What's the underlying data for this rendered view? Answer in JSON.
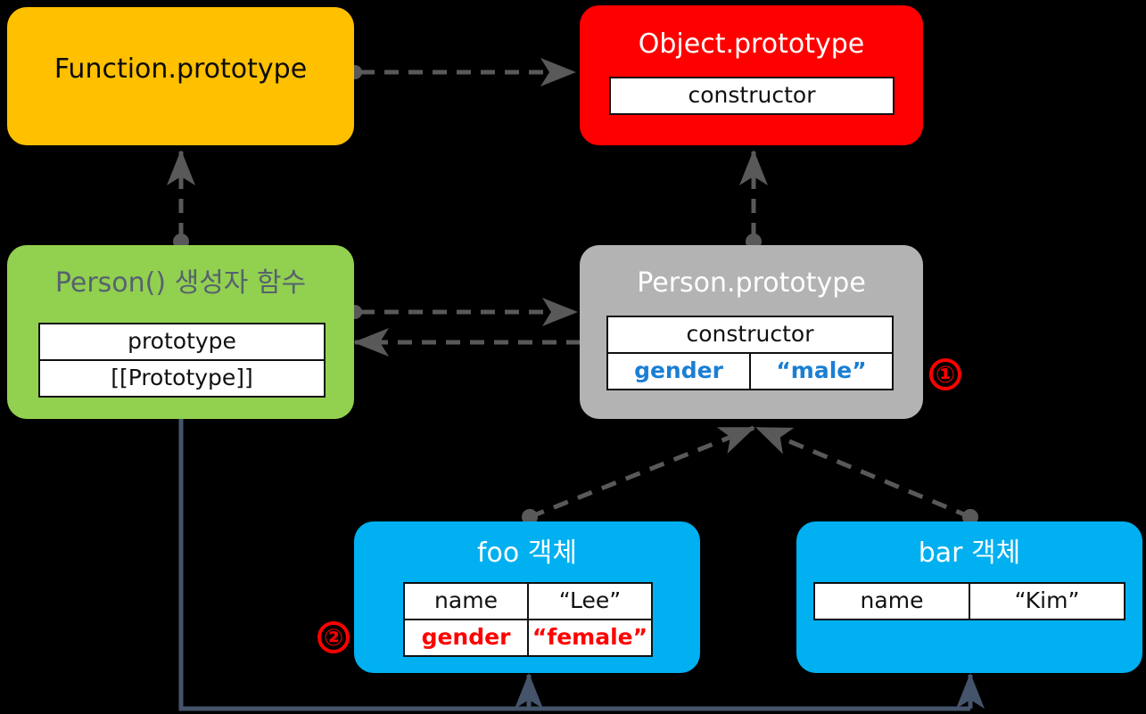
{
  "diagram": {
    "title": "JavaScript prototype chain diagram",
    "colors": {
      "background": "#000000",
      "function_prototype": "#ffc000",
      "object_prototype": "#ff0000",
      "person_constructor": "#92d050",
      "person_prototype": "#b3b3b3",
      "instance_object": "#00b0f0",
      "dashed_edge": "#595959",
      "solid_edge": "#44546a",
      "marker": "#ff0000",
      "blue_key": "#1a7fd4",
      "red_key": "#ff0000"
    }
  },
  "nodes": {
    "function_prototype": {
      "title": "Function.prototype",
      "slots": []
    },
    "object_prototype": {
      "title": "Object.prototype",
      "slots": [
        {
          "key": "constructor",
          "value": null
        }
      ]
    },
    "person_constructor": {
      "title": "Person() 생성자 함수",
      "slots": [
        {
          "key": "prototype",
          "value": null
        },
        {
          "key": "[[Prototype]]",
          "value": null
        }
      ]
    },
    "person_prototype": {
      "title": "Person.prototype",
      "slots": [
        {
          "key": "constructor",
          "value": null
        },
        {
          "key": "gender",
          "value": "“male”"
        }
      ]
    },
    "foo": {
      "title": "foo 객체",
      "slots": [
        {
          "key": "name",
          "value": "“Lee”"
        },
        {
          "key": "gender",
          "value": "“female”"
        }
      ]
    },
    "bar": {
      "title": "bar 객체",
      "slots": [
        {
          "key": "name",
          "value": "“Kim”"
        }
      ]
    }
  },
  "markers": [
    {
      "id": "one",
      "label": "①",
      "attached_to": "person_prototype"
    },
    {
      "id": "two",
      "label": "②",
      "attached_to": "foo"
    }
  ],
  "edges": [
    {
      "from": "function_prototype",
      "to": "object_prototype",
      "style": "dashed",
      "label": ""
    },
    {
      "from": "person_constructor",
      "to": "function_prototype",
      "style": "dashed",
      "label": ""
    },
    {
      "from": "person_prototype",
      "to": "object_prototype",
      "style": "dashed",
      "label": ""
    },
    {
      "from": "person_constructor",
      "to": "person_prototype",
      "style": "dashed",
      "label": ""
    },
    {
      "from": "person_prototype",
      "to": "person_constructor",
      "style": "dashed",
      "label": ""
    },
    {
      "from": "foo",
      "to": "person_prototype",
      "style": "dashed",
      "label": ""
    },
    {
      "from": "bar",
      "to": "person_prototype",
      "style": "dashed",
      "label": ""
    },
    {
      "from": "person_constructor",
      "to": "foo",
      "style": "solid",
      "label": ""
    },
    {
      "from": "person_constructor",
      "to": "bar",
      "style": "solid",
      "label": ""
    }
  ]
}
